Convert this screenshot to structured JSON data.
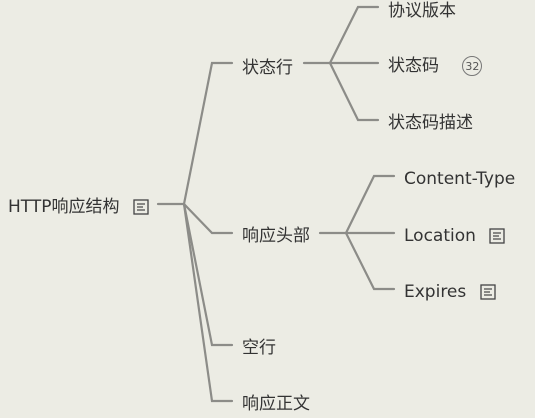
{
  "root": {
    "label": "HTTP响应结构",
    "icon": "note-icon"
  },
  "branches": {
    "status_line": {
      "label": "状态行",
      "children": {
        "protocol_version": {
          "label": "协议版本"
        },
        "status_code": {
          "label": "状态码",
          "badge": "32"
        },
        "status_desc": {
          "label": "状态码描述"
        }
      }
    },
    "headers": {
      "label": "响应头部",
      "children": {
        "content_type": {
          "label": "Content-Type"
        },
        "location": {
          "label": "Location",
          "icon": "note-icon"
        },
        "expires": {
          "label": "Expires",
          "icon": "note-icon"
        }
      }
    },
    "blank_line": {
      "label": "空行"
    },
    "body": {
      "label": "响应正文"
    }
  },
  "colors": {
    "background": "#ecece4",
    "connector": "#8c8c88",
    "text": "#333333"
  }
}
